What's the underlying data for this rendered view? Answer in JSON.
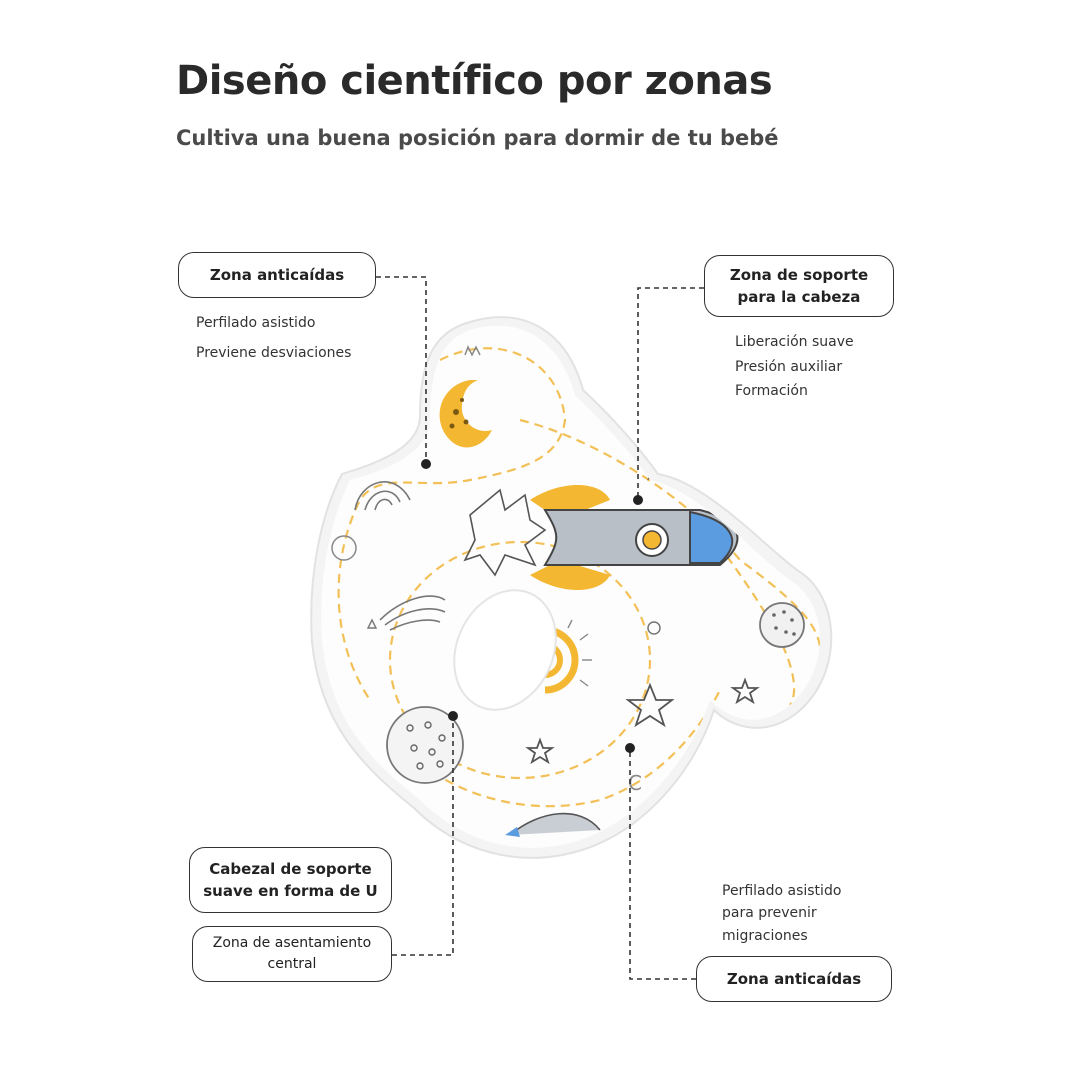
{
  "heading": {
    "title": "Diseño científico por zonas",
    "subtitle": "Cultiva una buena posición para dormir de tu bebé"
  },
  "callouts": {
    "top_left": {
      "label": "Zona anticaídas",
      "details": [
        "Perfilado asistido",
        "Previene desviaciones"
      ]
    },
    "top_right": {
      "label": "Zona de soporte\npara la cabeza",
      "details": [
        "Liberación suave",
        "Presión auxiliar",
        "Formación"
      ]
    },
    "bottom_left": {
      "label": "Cabezal de soporte\nsuave en forma de U",
      "sub_label": "Zona de asentamiento\ncentral"
    },
    "bottom_right": {
      "label": "Zona anticaídas",
      "details": [
        "Perfilado asistido",
        "para prevenir",
        "migraciones"
      ]
    }
  },
  "colors": {
    "dashed_line": "#f2c056",
    "leader_line": "#333333",
    "yellow": "#f3b731",
    "blue": "#5b9be0",
    "grey": "#9aa3ad"
  },
  "icons": [
    "pillow-illustration",
    "rocket-icon",
    "moon-icon",
    "sun-icon",
    "star-icon",
    "planet-icon"
  ]
}
